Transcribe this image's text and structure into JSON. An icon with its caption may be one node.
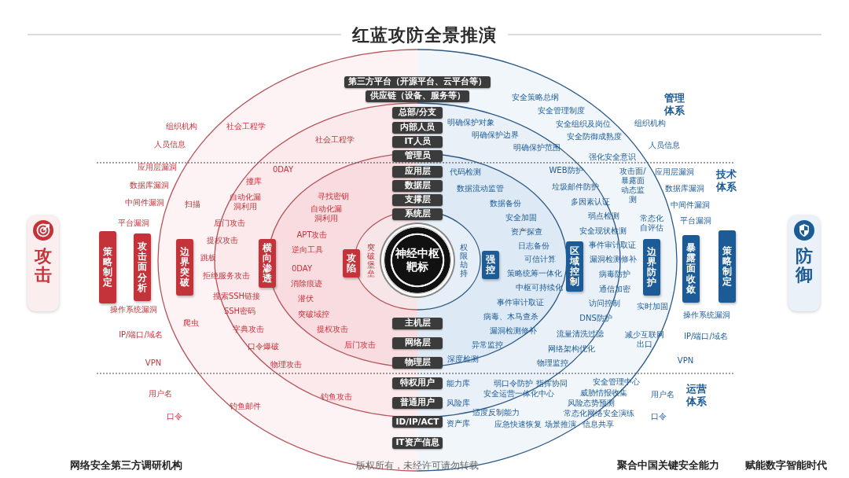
{
  "diagram": {
    "title": "红蓝攻防全景推演",
    "nodes": [
      {
        "text": [
          "第三方平台（开源平台、云平台等）"
        ]
      },
      {
        "text": [
          "供应链（设备、服务等）"
        ]
      },
      {
        "text": [
          "总部/分支"
        ]
      },
      {
        "text": [
          "内部人员"
        ]
      },
      {
        "text": [
          "IT人员"
        ]
      },
      {
        "text": [
          "管理员"
        ]
      },
      {
        "text": [
          "应用层"
        ]
      },
      {
        "text": [
          "数据层"
        ]
      },
      {
        "text": [
          "支撑层"
        ]
      },
      {
        "text": [
          "系统层"
        ]
      },
      {
        "text": [
          "攻击"
        ]
      },
      {
        "text": [
          "策略制定"
        ]
      },
      {
        "text": [
          "攻击面分析"
        ]
      },
      {
        "text": [
          "边界突破"
        ]
      },
      {
        "text": [
          "横向渗透"
        ]
      },
      {
        "text": [
          "攻陷"
        ]
      },
      {
        "text": [
          "神经中枢靶标"
        ]
      },
      {
        "text": [
          "强控"
        ]
      },
      {
        "text": [
          "区域控制"
        ]
      },
      {
        "text": [
          "边界防护"
        ]
      },
      {
        "text": [
          "暴露面收敛"
        ]
      },
      {
        "text": [
          "策略制定"
        ]
      },
      {
        "text": [
          "防御"
        ]
      },
      {
        "text": [
          "主机层"
        ]
      },
      {
        "text": [
          "网络层"
        ]
      },
      {
        "text": [
          "物理层"
        ]
      },
      {
        "text": [
          "特权用户"
        ]
      },
      {
        "text": [
          "普通用户"
        ]
      },
      {
        "text": [
          "ID/IP/ACT"
        ]
      },
      {
        "text": [
          "IT资产信息"
        ]
      }
    ],
    "labels": [
      "组织机构",
      "社会工程学",
      "人员信息",
      "社会工程学",
      "应用层漏洞",
      "0DAY",
      "撞库",
      "数据库漏洞",
      "寻找密钥",
      "中间件漏洞",
      "扫描",
      "自动化漏洞利用",
      "自动化漏洞利用",
      "平台漏洞",
      "后门攻击",
      "APT攻击",
      "提权攻击",
      "逆向工具",
      "跳板",
      "突破堡垒",
      "0DAY",
      "拒绝服务攻击",
      "消除痕迹",
      "搜索SSH链接",
      "潜伏",
      "操作系统漏洞",
      "SSH密码",
      "突破域控",
      "爬虫",
      "字典攻击",
      "提权攻击",
      "IP/端口/域名",
      "口令爆破",
      "后门攻击",
      "VPN",
      "物理攻击",
      "用户名",
      "钓鱼攻击",
      "钓鱼邮件",
      "口令",
      "安全策略总纲",
      "安全管理制度",
      "管理体系",
      "明确保护对象",
      "安全组织及岗位",
      "组织机构",
      "明确保护边界",
      "安全防御成熟度",
      "明确保护范围",
      "人员信息",
      "强化安全意识",
      "代码检测",
      "WEB防护",
      "应用层漏洞",
      "数据流动监管",
      "垃圾邮件防护",
      "攻击面/暴露面动态监测",
      "数据库漏洞",
      "技术体系",
      "数据备份",
      "多因素认证",
      "中间件漏洞",
      "安全加固",
      "弱点检测",
      "常态化自评估",
      "平台漏洞",
      "资产探查",
      "安全现状检测",
      "日志备份",
      "事件审计取证",
      "权限劫持",
      "可信计算",
      "漏洞检测修补",
      "策略统筹一体化",
      "病毒防护",
      "中枢可持续化",
      "通信加密",
      "事件审计取证",
      "访问控制",
      "实时加固",
      "病毒、木马查杀",
      "DNS防护",
      "操作系统漏洞",
      "漏洞检测修补",
      "流量清洗过滤",
      "减少互联网出口",
      "IP/端口/域名",
      "异常监控",
      "网络架构优化",
      "深度检测",
      "物理监控",
      "VPN",
      "能力库",
      "弱口令防护 指挥协同",
      "安全管理中心",
      "安全运营一体化中心",
      "威胁情报收集",
      "用户名",
      "运营体系",
      "风险库",
      "风险态势预测",
      "适度反制能力",
      "常态化网络安全演练",
      "口令",
      "资产库",
      "应急快速恢复",
      "场景推演",
      "信息共享",
      "网络安全第三方调研机构",
      "版权所有，未经许可请勿转载",
      "聚合中国关键安全能力",
      "赋能数字智能时代"
    ]
  }
}
